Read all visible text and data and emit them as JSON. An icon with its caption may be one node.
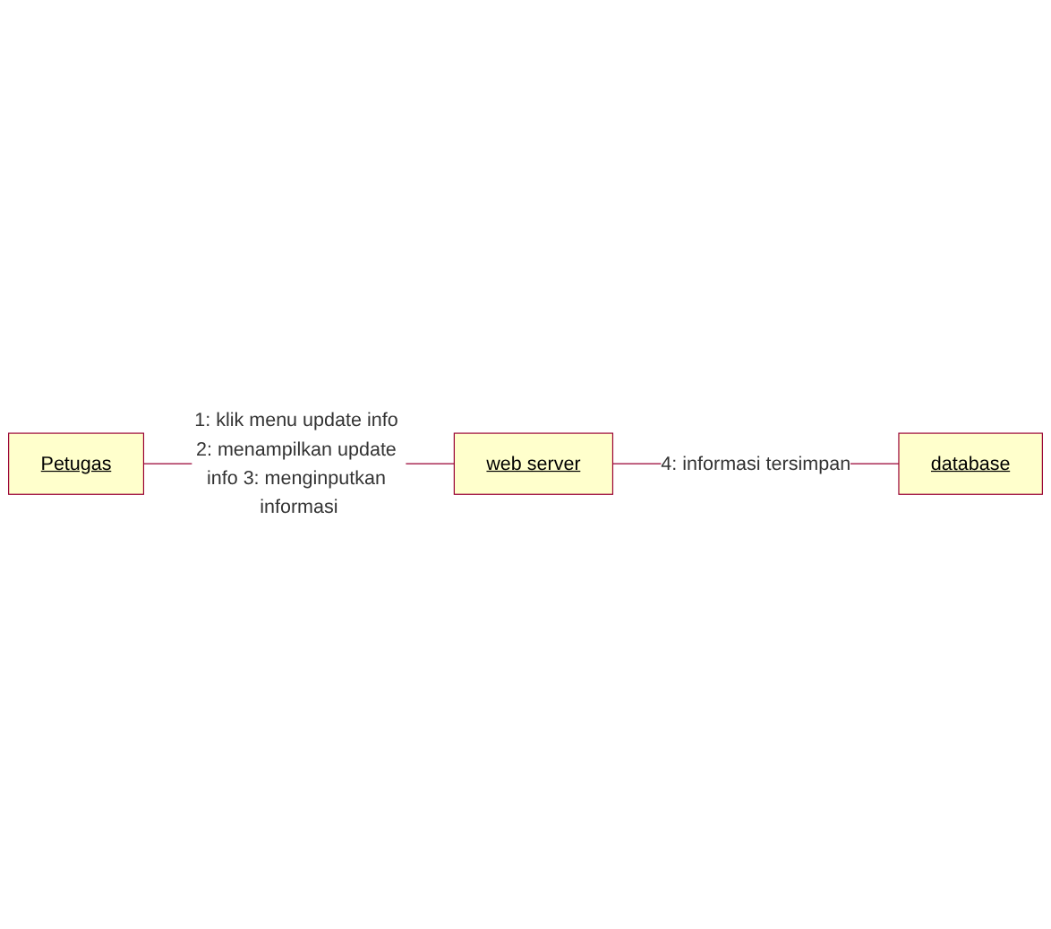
{
  "diagram": {
    "nodes": [
      {
        "text": [
          "Petugas"
        ]
      },
      {
        "text": [
          "web server"
        ]
      },
      {
        "text": [
          "database"
        ]
      }
    ],
    "edges": [
      {
        "from": 0,
        "to": 1,
        "arrow": "none",
        "label": "1: klik menu update info 2: menampilkan update info 3: menginputkan informasi"
      },
      {
        "from": 1,
        "to": 2,
        "arrow": "none",
        "label": "4: informasi tersimpan"
      }
    ]
  }
}
